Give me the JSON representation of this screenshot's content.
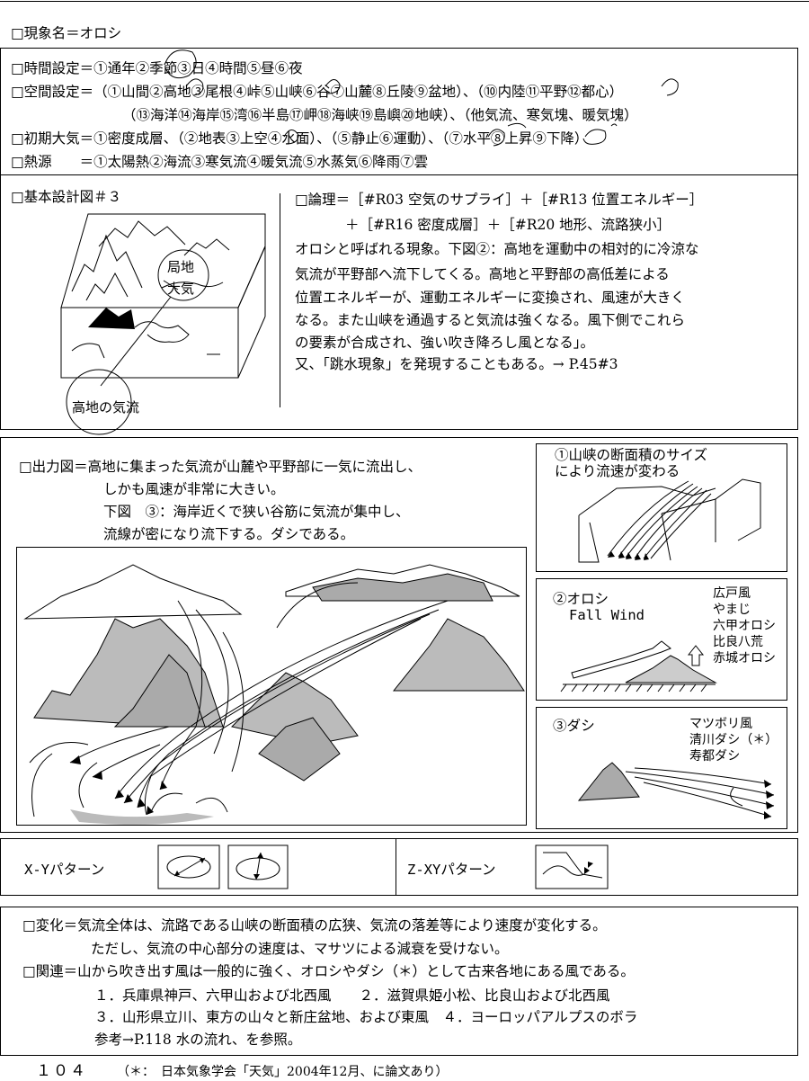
{
  "header": {
    "phenomenon": "□現象名＝オロシ"
  },
  "settings": {
    "time": "□時間設定＝①通年②季節③日④時間⑤昼⑥夜",
    "space1": "□空間設定＝（①山間②高地③尾根④峠⑤山峡⑥谷⑦山麓⑧丘陵⑨盆地）、（⑩内陸⑪平野⑫都心）",
    "space2": "（⑬海洋⑭海岸⑮湾⑯半島⑰岬⑱海峡⑲島嶼⑳地峡）、（他気流、寒気塊、暖気塊）",
    "air": "□初期大気＝①密度成層、（②地表③上空④水面）、（⑤静止⑥運動）、（⑦水平⑧上昇⑨下降）",
    "heat": "□熱源　　＝①太陽熱②海流③寒気流④暖気流⑤水蒸気⑥降雨⑦雲"
  },
  "design": {
    "title": "□基本設計図＃３",
    "label_local_1": "局地",
    "label_local_2": "大気",
    "label_highland": "高地の気流"
  },
  "logic": {
    "line1": "□論理＝［#R03 空気のサプライ］＋［#R13 位置エネルギー］",
    "line2": "＋［#R16 密度成層］＋［#R20 地形、流路狭小］",
    "line3": "オロシと呼ばれる現象。下図②：高地を運動中の相対的に冷涼な",
    "line4": "気流が平野部へ流下してくる。高地と平野部の高低差による",
    "line5": "位置エネルギーが、運動エネルギーに変換され、風速が大きく",
    "line6": "なる。また山峡を通過すると気流は強くなる。風下側でこれら",
    "line7": "の要素が合成され、強い吹き降ろし風となる」。",
    "line8": "又、「跳水現象」を発現することもある。→ P.45#3"
  },
  "output": {
    "line1": "□出力図＝高地に集まった気流が山麓や平野部に一気に流出し、",
    "line2": "しかも風速が非常に大きい。",
    "line3": "下図　③：海岸近くで狭い谷筋に気流が集中し、",
    "line4": "流線が密になり流下する。ダシである。"
  },
  "panels": {
    "p1_line1": "①山峡の断面積のサイズ",
    "p1_line2": "により流速が変わる",
    "p2_title": "②オロシ",
    "p2_sub": "Fall Wind",
    "p2_names": [
      "広戸風",
      "やまじ",
      "六甲オロシ",
      "比良八荒",
      "赤城オロシ"
    ],
    "p3_title": "③ダシ",
    "p3_names": [
      "マツボリ風",
      "清川ダシ（＊）",
      "寿都ダシ"
    ]
  },
  "patterns": {
    "xy_label": "X-Yパターン",
    "zxy_label": "Z-XYパターン"
  },
  "change": {
    "line1": "□変化＝気流全体は、流路である山峡の断面積の広狭、気流の落差等により速度が変化する。",
    "line2": "ただし、気流の中心部分の速度は、マサツによる減衰を受けない。",
    "line3": "□関連＝山から吹き出す風は一般的に強く、オロシやダシ（＊）として古来各地にある風である。",
    "line4": "１．兵庫県神戸、六甲山および北西風　　２．滋賀県姫小松、比良山および北西風",
    "line5": "３．山形県立川、東方の山々と新庄盆地、および東風　４．ヨーロッパアルプスのボラ",
    "line6": "参考→P.118 水の流れ、を参照。"
  },
  "footer": {
    "page_number": "１０４",
    "note": "（＊：　日本気象学会「天気」2004年12月、に論文あり）"
  }
}
